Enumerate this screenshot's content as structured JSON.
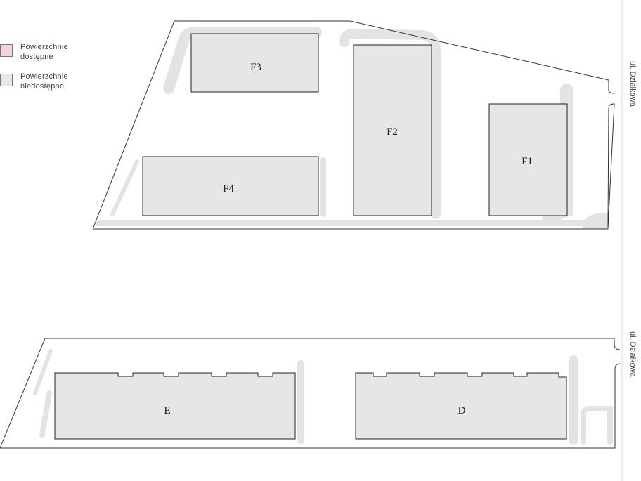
{
  "legend": {
    "items": [
      {
        "label": "Powierzchnie dostępne",
        "color": "#f3d4da"
      },
      {
        "label": "Powierzchnie niedostępne",
        "color": "#e8e8e8"
      }
    ]
  },
  "street_label": "ul. Działkowa",
  "colors": {
    "building": "#e6e6e6",
    "road": "#e3e3e3",
    "outline": "#333333"
  },
  "buildings": {
    "F1": "F1",
    "F2": "F2",
    "F3": "F3",
    "F4": "F4",
    "E": "E",
    "D": "D"
  }
}
